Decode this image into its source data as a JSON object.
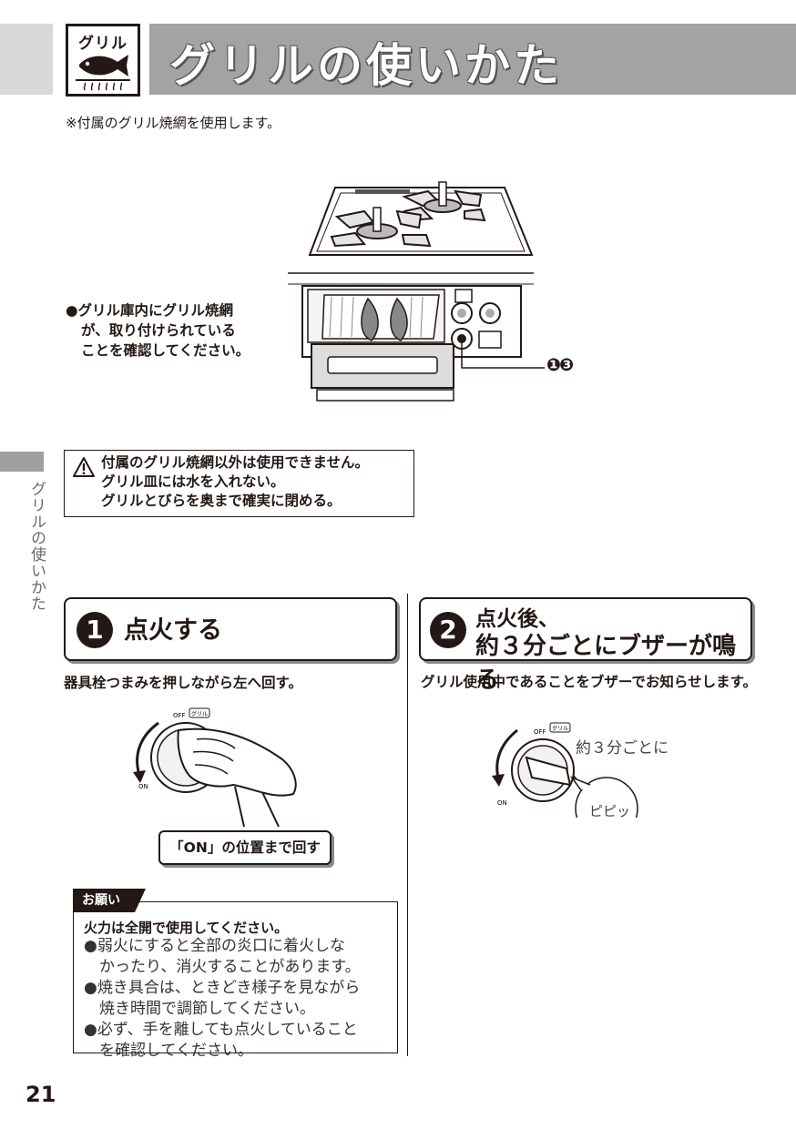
{
  "header": {
    "logo_text": "グリル",
    "title": "グリルの使いかた"
  },
  "note": "※付属のグリル焼網を使用します。",
  "check": {
    "line1": "●グリル庫内にグリル焼網",
    "line2": "が、取り付けられている",
    "line3": "ことを確認してください。"
  },
  "callout": "❶❸",
  "side_label": "グリルの使いかた",
  "warning": {
    "line1": "付属のグリル焼網以外は使用できません。",
    "line2": "グリル皿には水を入れない。",
    "line3": "グリルとびらを奥まで確実に閉める。"
  },
  "step1": {
    "number": "1",
    "title": "点火する",
    "description": "器具栓つまみを押しながら左へ回す。",
    "knob_off": "OFF",
    "knob_grill": "グリル",
    "knob_on": "ON",
    "on_label": "「ON」の位置まで回す"
  },
  "step2": {
    "number": "2",
    "title_line1": "点火後、",
    "title_line2": "約３分ごとにブザーが鳴る",
    "description": "グリル使用中であることをブザーでお知らせします。",
    "knob_off": "OFF",
    "knob_grill": "グリル",
    "knob_on": "ON",
    "interval": "約３分ごとに",
    "beep": "ピピッ"
  },
  "request": {
    "tab": "お願い",
    "lead": "火力は全開で使用してください。",
    "items": [
      "●弱火にすると全部の炎口に着火しな",
      "　かったり、消火することがあります。",
      "●焼き具合は、ときどき様子を見ながら",
      "　焼き時間で調節してください。",
      "●必ず、手を離しても点火していること",
      "　を確認してください。"
    ]
  },
  "page_number": "21"
}
